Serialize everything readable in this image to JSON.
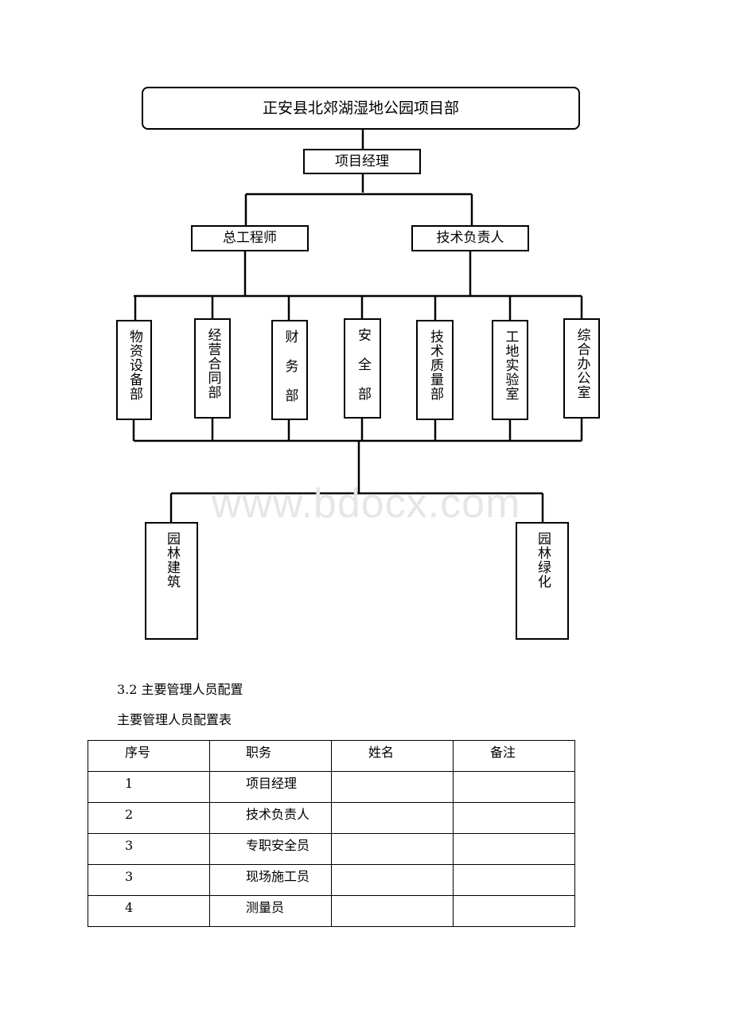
{
  "org_chart": {
    "root": "正安县北郊湖湿地公园项目部",
    "manager": "项目经理",
    "chief_engineer": "总工程师",
    "tech_lead": "技术负责人",
    "departments": [
      "物资设备部",
      "经营合同部",
      "财务部",
      "安全部",
      "技术质量部",
      "工地实验室",
      "综合办公室"
    ],
    "sub_units": [
      "园林建筑",
      "园林绿化"
    ]
  },
  "watermark": "www.bdocx.com",
  "section": {
    "heading": "3.2 主要管理人员配置",
    "table_title": "主要管理人员配置表"
  },
  "staff_table": {
    "headers": [
      "序号",
      "职务",
      "姓名",
      "备注"
    ],
    "rows": [
      {
        "no": "1",
        "role": "项目经理",
        "name": "",
        "note": ""
      },
      {
        "no": "2",
        "role": "技术负责人",
        "name": "",
        "note": ""
      },
      {
        "no": "3",
        "role": "专职安全员",
        "name": "",
        "note": ""
      },
      {
        "no": "3",
        "role": "现场施工员",
        "name": "",
        "note": ""
      },
      {
        "no": "4",
        "role": "测量员",
        "name": "",
        "note": ""
      }
    ]
  }
}
